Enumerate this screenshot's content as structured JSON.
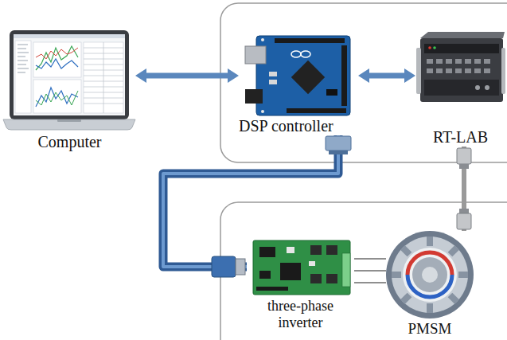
{
  "diagram": {
    "nodes": [
      {
        "text": [
          "Computer"
        ]
      },
      {
        "text": [
          "DSP controller"
        ]
      },
      {
        "text": [
          "RT-LAB"
        ]
      },
      {
        "text": [
          "three-phase inverter"
        ]
      },
      {
        "text": [
          "PMSM"
        ]
      }
    ],
    "edges": [
      {
        "from": 0,
        "to": 1,
        "arrow": "both"
      },
      {
        "from": 1,
        "to": 2,
        "arrow": "both"
      },
      {
        "from": 1,
        "to": 3,
        "arrow": "none"
      },
      {
        "from": 2,
        "to": 4,
        "arrow": "none"
      },
      {
        "from": 3,
        "to": 4,
        "arrow": "none"
      },
      {
        "from": 3,
        "to": 4,
        "arrow": "none"
      },
      {
        "from": 3,
        "to": 4,
        "arrow": "none"
      }
    ]
  }
}
